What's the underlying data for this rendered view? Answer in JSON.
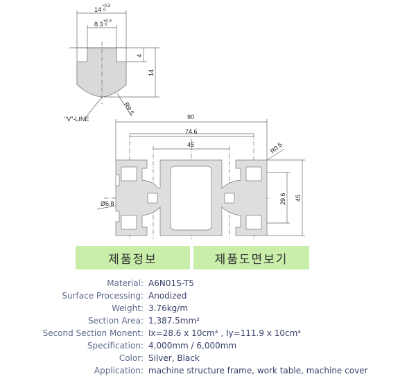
{
  "drawing": {
    "slot_width": "14",
    "slot_width_tol": "+0.3",
    "slot_width_tol2": "0",
    "slot_opening": "8.3",
    "slot_opening_tol": "+0.3",
    "slot_opening_tol2": "0",
    "slot_depth": "4",
    "slot_height": "14",
    "radius_bottom": "R9.5",
    "v_line": "\"V\"-LINE",
    "width_total": "90",
    "width_slots": "74.6",
    "width_center": "45",
    "corner_radius": "R0.5",
    "hole_dia": "Ø6.8",
    "height_slots": "29.6",
    "height_total": "45"
  },
  "buttons": {
    "product_info": "제품정보",
    "view_drawing": "제품도면보기"
  },
  "colors": {
    "button_bg": "#c8eeaa",
    "label": "#5d6a8c",
    "value": "#36406a"
  },
  "specs": [
    {
      "label": "Material:",
      "value": "A6N01S-T5"
    },
    {
      "label": "Surface Processing:",
      "value": "Anodized"
    },
    {
      "label": "Weight:",
      "value": "3.76kg/m"
    },
    {
      "label": "Section Area:",
      "value": "1,387.5mm²"
    },
    {
      "label": "Second Section Monent:",
      "value": "Ix=28.6 x 10cm⁴  , Iy=111.9 x 10cm⁴"
    },
    {
      "label": "Specification:",
      "value": "4,000mm / 6,000mm"
    },
    {
      "label": "Color:",
      "value": "Silver, Black"
    },
    {
      "label": "Application:",
      "value": "machine structure frame, work table, machine cover"
    }
  ]
}
